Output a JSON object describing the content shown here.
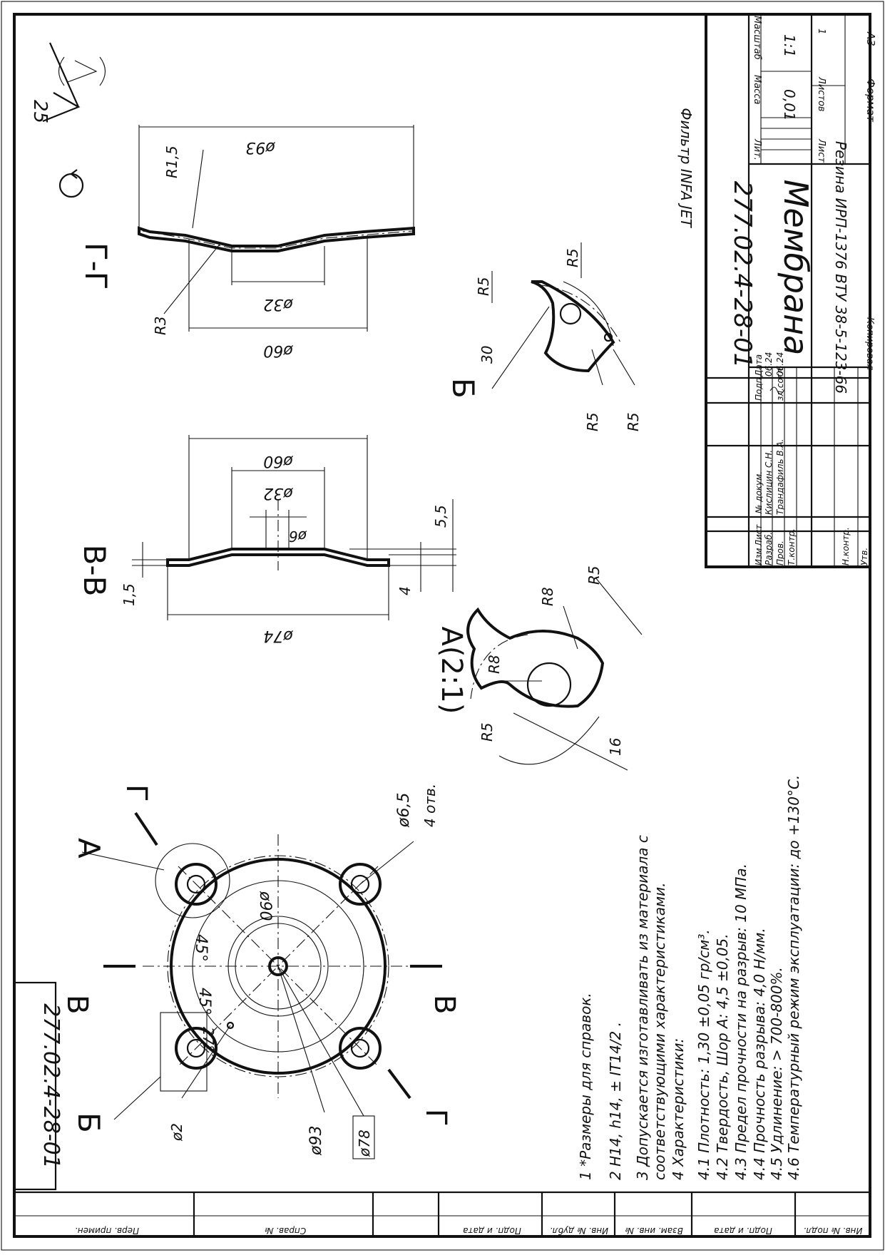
{
  "drawing": {
    "title": "Мембрана",
    "number": "277.02.4-28-01",
    "number_rotated": "277.02.4-28-01",
    "material": "Резина ИРП-1376 ВТУ 38-5-123-66",
    "filter_note": "Фильтр INFA JET",
    "scale": "1:1",
    "mass": "0,01",
    "sheets_total": "1",
    "format_label": "Формат",
    "format_value": "A3",
    "copied_label": "Копировал",
    "roughness_value": "25"
  },
  "title_block": {
    "headers": {
      "lit": "Лит.",
      "mass": "Масса",
      "scale": "Масштаб",
      "sheet": "Лист",
      "sheets": "Листов"
    },
    "rows": [
      {
        "role": "Изм",
        "c2": "Лист",
        "name": "№ докум.",
        "sign": "Подп.",
        "date": "Дата"
      },
      {
        "role": "Разраб.",
        "name": "Кислицин С.Н.",
        "date": "06.24"
      },
      {
        "role": "Пров.",
        "name": "Трандафиль В.А.",
        "sign": "зл.согл.",
        "date": "06.24"
      },
      {
        "role": "Т.контр."
      },
      {
        "role": "Н.контр."
      },
      {
        "role": "Утв."
      }
    ]
  },
  "left_stamp": [
    "Перв. примен.",
    "Справ. №"
  ],
  "bottom_stamp": [
    "Подп. и дата",
    "Инв. № дубл.",
    "Взам. инв. №",
    "Подп. и дата",
    "Инв. № подл."
  ],
  "views": {
    "section_vv": "В-В",
    "section_gg": "Г-Г",
    "detail_a": "А(2:1)",
    "detail_b": "Б",
    "label_a": "А",
    "label_b": "Б",
    "cut_v": "В",
    "cut_g": "Г"
  },
  "dimensions": {
    "d93": "ø93",
    "d60": "ø60",
    "d32": "ø32",
    "d74": "ø74",
    "d6": "ø6",
    "d65": "ø6,5",
    "holes": "4 отв.",
    "d2": "ø2",
    "d78": "ø78",
    "d90": "ø90",
    "r15": "R1,5",
    "r3": "R3",
    "r5": "R5",
    "r8": "R8",
    "t15": "1,5",
    "t4": "4",
    "t55": "5,5",
    "a45": "45°",
    "a27": "27°",
    "l16": "16",
    "l30": "30"
  },
  "notes": [
    "1  *Размеры для справок.",
    "2  H14, h14, ± IT14/2 .",
    "3  Допускается изготавливать из материала с",
    "соответствующими характеристиками.",
    "4  Характеристики:",
    "4.1   Плотность: 1,30 ±0,05 гр/см³.",
    "4.2   Твердость, Шор А: 4,5 ±0,05.",
    "4.3   Предел прочности на разрыв: 10 МПа.",
    "4.4  Прочность разрыва: 4,0 Н/мм.",
    "4.5  Удлинение: > 700-800%.",
    "4.6  Температурный режим эксплуатации: до +130°С."
  ]
}
